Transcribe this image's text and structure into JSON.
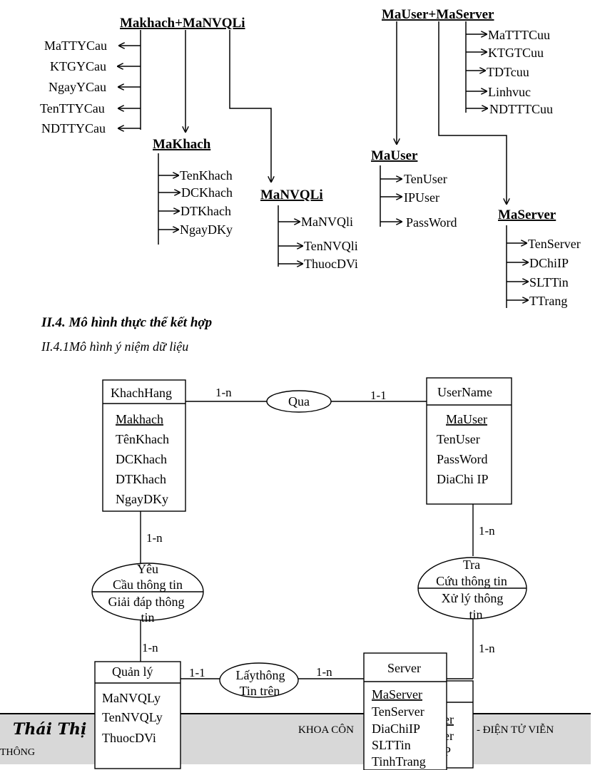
{
  "section": {
    "heading": "II.4. Mô hình thực thể kết hợp",
    "subheading": "II.4.1Mô hình ý niệm dữ liệu"
  },
  "dependency_trees": {
    "left": {
      "root": "Makhach+MaNVQLi",
      "root_attrs": [
        "MaTTYCau",
        "KTGYCau",
        "NgayYCau",
        "TenTTYCau",
        "NDTTYCau"
      ],
      "makhach": {
        "key": "MaKhach",
        "attrs": [
          "TenKhach",
          "DCKhach",
          "DTKhach",
          "NgayDKy"
        ]
      },
      "manvqli": {
        "key": "MaNVQLi",
        "attrs": [
          "MaNVQli",
          "TenNVQli",
          "ThuocDVi"
        ]
      }
    },
    "right": {
      "root": "MaUser+MaServer",
      "root_attrs": [
        "MaTTTCuu",
        "KTGTCuu",
        "TDTcuu",
        "Linhvuc",
        "NDTTTCuu"
      ],
      "mauser": {
        "key": "MaUser",
        "attrs": [
          "TenUser",
          "IPUser",
          "PassWord"
        ]
      },
      "maserver": {
        "key": "MaServer",
        "attrs": [
          "TenServer",
          "DChiIP",
          "SLTTin",
          "TTrang"
        ]
      }
    }
  },
  "erd": {
    "entities": {
      "khachhang": {
        "name": "KhachHang",
        "key": "Makhach",
        "attrs": [
          "TênKhach",
          "DCKhach",
          "DTKhach",
          "NgayDKy"
        ]
      },
      "username": {
        "name": "UserName",
        "key": "MaUser",
        "attrs": [
          "TenUser",
          "PassWord",
          "DiaChi IP"
        ]
      },
      "quanly": {
        "name": "Quản lý",
        "attrs": [
          "MaNVQLy",
          "TenNVQLy",
          "ThuocDVi"
        ]
      },
      "server": {
        "name": "Server",
        "key": "MaServer",
        "attrs": [
          "TenServer",
          "DiaChiIP",
          "SLTTin",
          "TinhTrang"
        ]
      }
    },
    "relationships": {
      "qua": {
        "name": "Qua"
      },
      "yeucau": {
        "line1": "Yêu",
        "line2": "Cầu thông tin",
        "line3": "Giải đáp thông",
        "line4": "tin"
      },
      "tracuu": {
        "line1": "Tra",
        "line2": "Cứu thông tin",
        "line3": "Xử lý thông",
        "line4": "tin"
      },
      "laythong": {
        "line1": "Lấythông",
        "line2": "Tin trên"
      }
    },
    "cardinalities": {
      "kh_qua": "1-n",
      "qua_user": "1-1",
      "kh_yeucau": "1-n",
      "yeucau_quanly": "1-n",
      "user_tracuu": "1-n",
      "tracuu_server": "1-n",
      "quanly_laythong": "1-1",
      "laythong_server": "1-n"
    },
    "hidden_server_fragments": [
      "r",
      "er",
      "er",
      "P"
    ]
  },
  "footer": {
    "name": "Thái Thị",
    "dept": "KHOA CÔN",
    "dept2": "- ĐIỆN TỬ VIỄN",
    "sub": "THÔNG"
  }
}
